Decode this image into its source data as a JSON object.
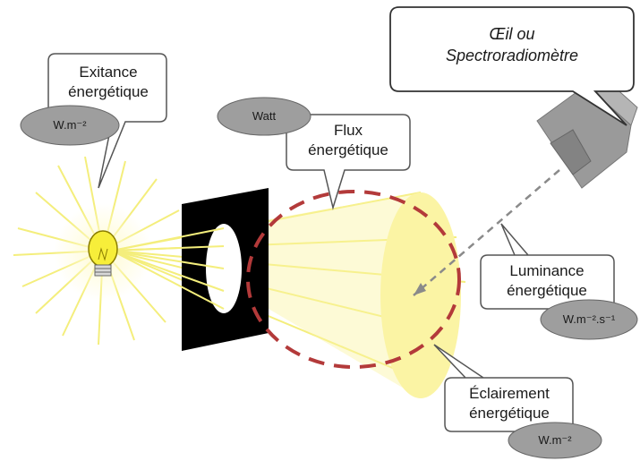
{
  "diagram": {
    "eye_callout": {
      "line1": "Œil ou",
      "line2": "Spectroradiomètre"
    },
    "exitance": {
      "line1": "Exitance",
      "line2": "énergétique",
      "unit": "W.m⁻²"
    },
    "flux": {
      "line1": "Flux",
      "line2": "énergétique",
      "unit": "Watt"
    },
    "luminance": {
      "line1": "Luminance",
      "line2": "énergétique",
      "unit": "W.m⁻².s⁻¹"
    },
    "eclairement": {
      "line1": "Éclairement",
      "line2": "énergétique",
      "unit": "W.m⁻²"
    }
  },
  "colors": {
    "rays": "#f4ee7c",
    "cone": "#fbf4a4",
    "dashed_circle": "#b33a3a",
    "unit_oval": "#9e9e9e",
    "camera": "#9a9a9a",
    "screen": "#000000"
  },
  "icons": [
    "light-bulb-icon",
    "camera-icon"
  ]
}
